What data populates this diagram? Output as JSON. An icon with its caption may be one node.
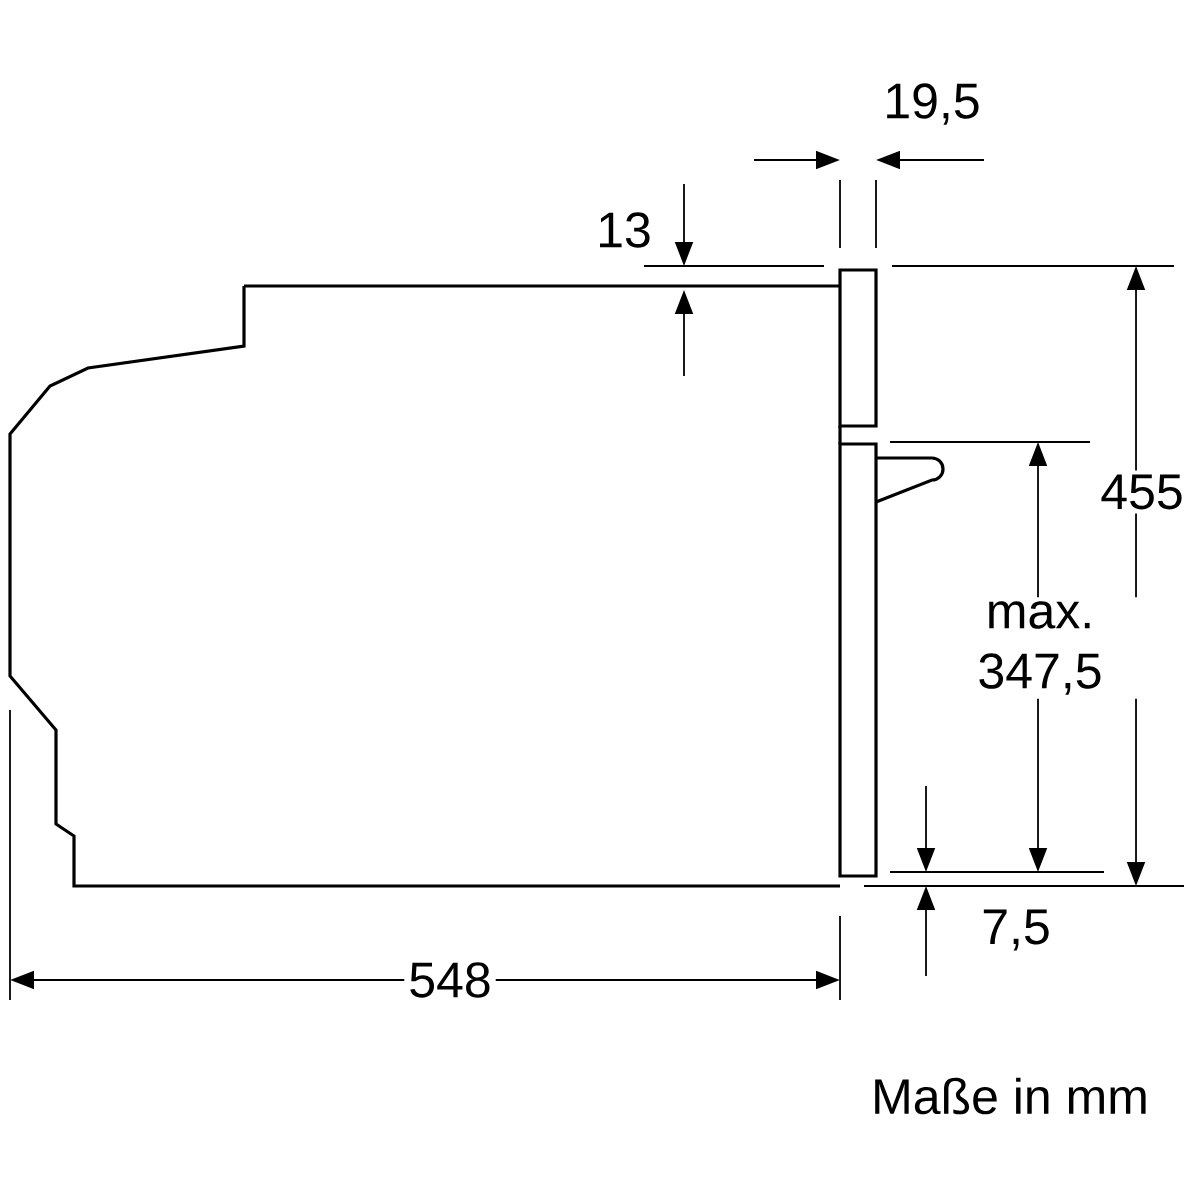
{
  "diagram": {
    "labels": [
      "19,5",
      "13",
      "455",
      "max. 347,5",
      "7,5",
      "548",
      "Maße in mm"
    ]
  }
}
